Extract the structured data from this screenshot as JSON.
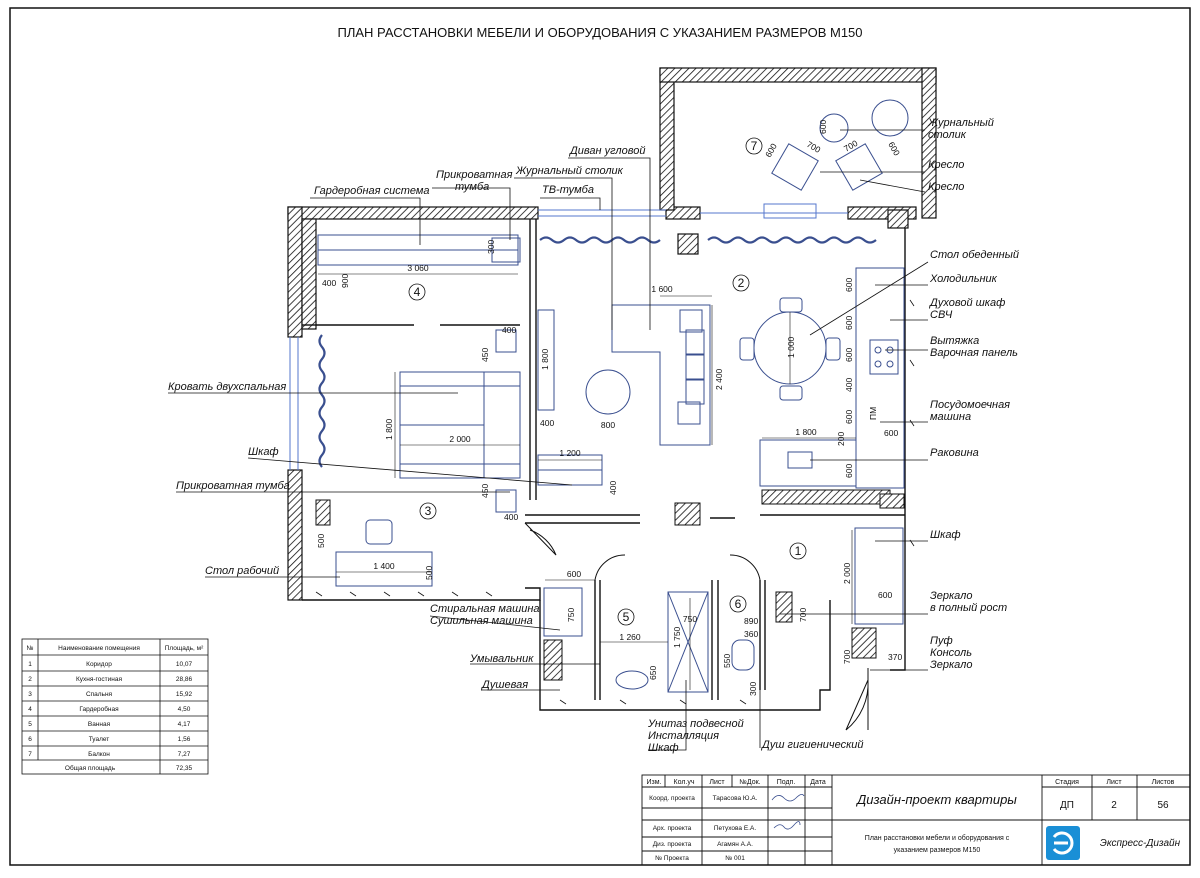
{
  "title": "ПЛАН РАССТАНОВКИ МЕБЕЛИ И ОБОРУДОВАНИЯ С УКАЗАНИЕМ РАЗМЕРОВ М150",
  "labels": {
    "wardrobe_system": "Гардеробная система",
    "bedside_top_1": "Прикроватная",
    "bedside_top_2": "тумба",
    "coffee_table_top": "Журнальный столик",
    "tv_stand": "ТВ-тумба",
    "corner_sofa": "Диван угловой",
    "balcony_table_1": "Журнальный",
    "balcony_table_2": "столик",
    "armchair_1": "Кресло",
    "armchair_2": "Кресло",
    "dining_table": "Стол обеденный",
    "fridge": "Холодильник",
    "oven_1": "Духовой шкаф",
    "oven_2": "СВЧ",
    "hood_1": "Вытяжка",
    "hood_2": "Варочная панель",
    "dishwasher_1": "Посудомоечная",
    "dishwasher_2": "машина",
    "sink": "Раковина",
    "double_bed": "Кровать двухспальная",
    "closet_left": "Шкаф",
    "bedside_left": "Прикроватная тумба",
    "desk": "Стол рабочий",
    "closet_right": "Шкаф",
    "mirror_1": "Зеркало",
    "mirror_2": "в полный рост",
    "pouf": "Пуф",
    "console": "Консоль",
    "mirror_small": "Зеркало",
    "washer_1": "Стиральная машина",
    "washer_2": "Сушильная машина",
    "washbasin": "Умывальник",
    "shower": "Душевая",
    "toilet_1": "Унитаз подвесной",
    "toilet_2": "Инсталляция",
    "toilet_3": "Шкаф",
    "hygienic_shower": "Душ гигиенический",
    "pm": "ПМ"
  },
  "room_numbers": [
    "1",
    "2",
    "3",
    "4",
    "5",
    "6",
    "7"
  ],
  "dimensions": {
    "d3060": "3 060",
    "d900": "900",
    "d400a": "400",
    "d300": "300",
    "d1600": "1 600",
    "d2400": "2 400",
    "d800": "800",
    "d1800v": "1 800",
    "d1800bed": "1 800",
    "d2000bed": "2 000",
    "d400b": "400",
    "d450a": "450",
    "d1200": "1 200",
    "d400c": "400",
    "d450b": "450",
    "d400d": "400",
    "d400e": "400",
    "d1000": "1 000",
    "d600a": "600",
    "d600b": "600",
    "d600c": "600",
    "d600d": "600",
    "d400f": "400",
    "d1800k": "1 800",
    "d200": "200",
    "d600e": "600",
    "d500": "500",
    "d1400": "1 400",
    "d500b": "500",
    "d600f": "600",
    "d750": "750",
    "d1260": "1 260",
    "d1750": "1 750",
    "d750b": "750",
    "d650": "650",
    "d890": "890",
    "d360": "360",
    "d550": "550",
    "d300b": "300",
    "d700": "700",
    "d2000": "2 000",
    "d600g": "600",
    "d700b": "700",
    "d370": "370",
    "d600h": "600",
    "d700c": "700",
    "d700d": "700",
    "d600i": "600",
    "d600j": "600"
  },
  "area_table": {
    "headers": [
      "№",
      "Наименование помещения",
      "Площадь, м²"
    ],
    "rows": [
      [
        "1",
        "Коридор",
        "10,07"
      ],
      [
        "2",
        "Кухня-гостиная",
        "28,86"
      ],
      [
        "3",
        "Спальня",
        "15,92"
      ],
      [
        "4",
        "Гардеробная",
        "4,50"
      ],
      [
        "5",
        "Ванная",
        "4,17"
      ],
      [
        "6",
        "Туалет",
        "1,56"
      ],
      [
        "7",
        "Балкон",
        "7,27"
      ]
    ],
    "total_label": "Общая площадь",
    "total_value": "72,35"
  },
  "title_block": {
    "head": [
      "Изм.",
      "Кол.уч",
      "Лист",
      "№Док.",
      "Подп.",
      "Дата"
    ],
    "roles": [
      {
        "role": "Коорд. проекта",
        "name": "Тарасова Ю.А."
      },
      {
        "role": "Арх. проекта",
        "name": "Петухова Е.А."
      },
      {
        "role": "Диз. проекта",
        "name": "Агамян А.А."
      },
      {
        "role": "№ Проекта",
        "name": "№ 001"
      }
    ],
    "project_title": "Дизайн-проект квартиры",
    "sheet_title_1": "План расстановки мебели и оборудования с",
    "sheet_title_2": "указанием размеров М150",
    "stage_label": "Стадия",
    "stage": "ДП",
    "sheet_label": "Лист",
    "sheet": "2",
    "sheets_label": "Листов",
    "sheets": "56",
    "company": "Экспресс-Дизайн"
  },
  "colors": {
    "line": "#111111",
    "furniture": "#3a4f8f",
    "glass": "#5577cc",
    "logo": "#1a8fd6"
  }
}
